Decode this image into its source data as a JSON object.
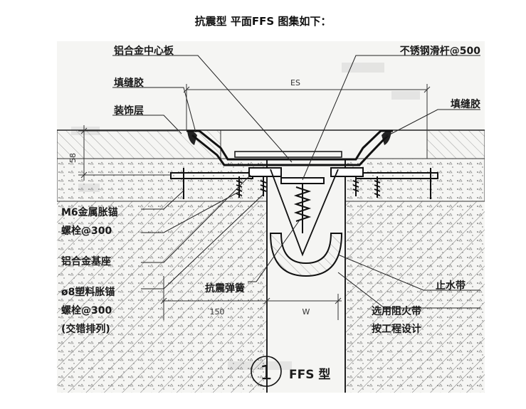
{
  "title": "抗震型 平面FFS 图集如下：",
  "labels": {
    "aluminum_center_plate": "铝合金中心板",
    "sealant_left": "填缝胶",
    "decor_layer": "装饰层",
    "m6_anchor_line1": "M6金属胀锚",
    "m6_anchor_line2": "螺栓@300",
    "aluminum_base": "铝合金基座",
    "plastic_anchor_line1": "ø8塑料胀锚",
    "plastic_anchor_line2": "螺栓@300",
    "plastic_anchor_line3": "(交错排列)",
    "seismic_spring": "抗震弹簧",
    "stainless_rod": "不锈钢滑杆@500",
    "sealant_right": "填缝胶",
    "water_stop": "止水带",
    "fire_band_line1": "选用阻火带",
    "fire_band_line2": "按工程设计"
  },
  "dimensions": {
    "es": "ES",
    "height_58": "58",
    "width_150": "150",
    "width_w": "W"
  },
  "caption": {
    "number": "1",
    "text": "FFS 型"
  }
}
